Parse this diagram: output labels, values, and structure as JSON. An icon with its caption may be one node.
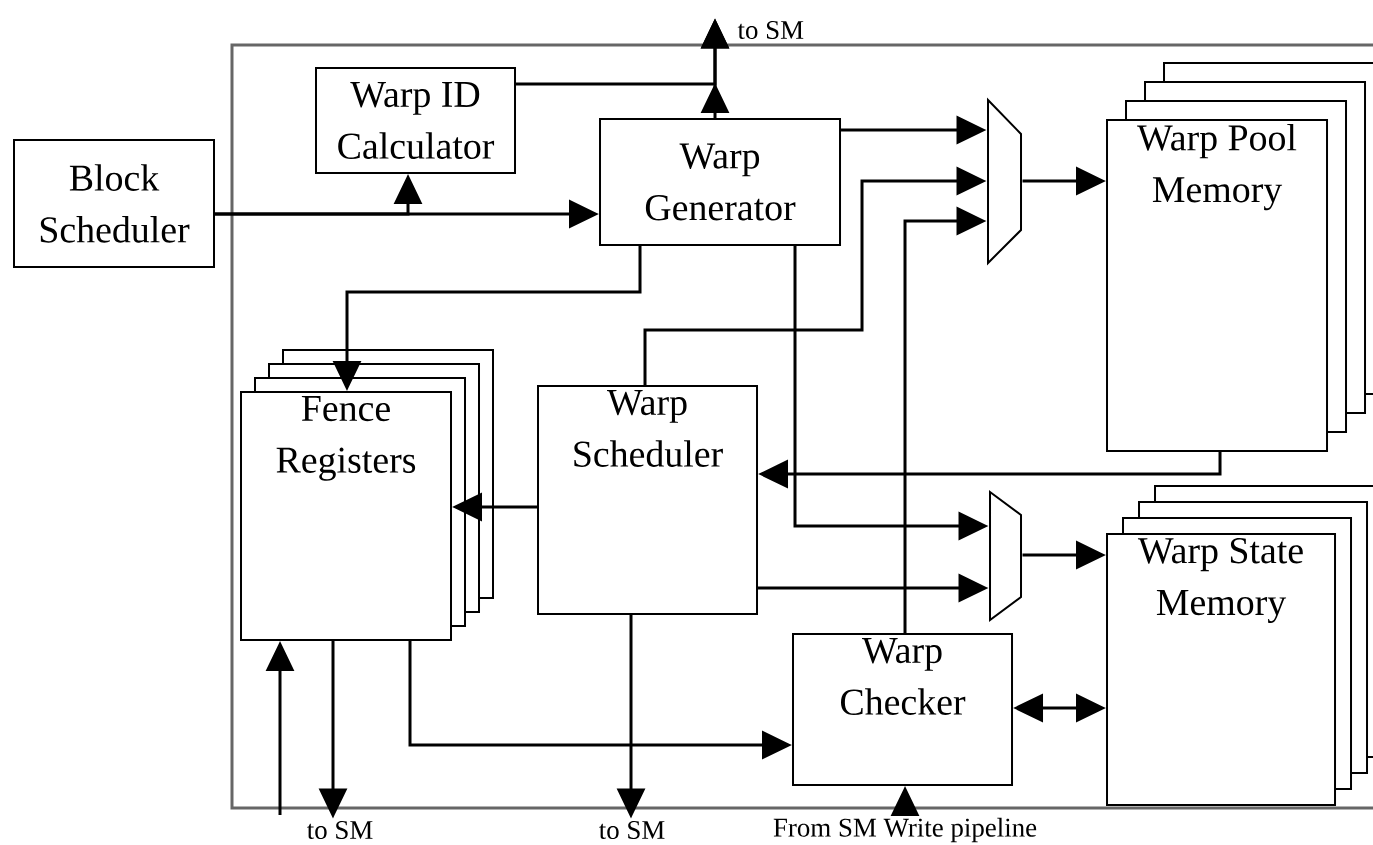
{
  "diagram": {
    "nodes": [
      {
        "text": [],
        "shape": "box"
      },
      {
        "text": [
          "Block Scheduler"
        ]
      },
      {
        "text": [
          "Warp ID Calculator"
        ],
        "in": 0
      },
      {
        "text": [
          "Warp Generator"
        ],
        "in": 0
      },
      {
        "text": [],
        "shape": "trapezoid",
        "in": 0
      },
      {
        "text": [
          "Warp Pool Memory"
        ],
        "in": 0
      },
      {
        "text": [
          "Fence Registers"
        ],
        "in": 0
      },
      {
        "text": [
          "Warp Scheduler"
        ],
        "in": 0
      },
      {
        "text": [],
        "shape": "trapezoid",
        "in": 0
      },
      {
        "text": [
          "Warp State Memory"
        ],
        "in": 0
      },
      {
        "text": [
          "Warp Checker"
        ],
        "in": 0
      },
      {
        "text": [
          "to SM"
        ]
      },
      {
        "text": [
          "to SM"
        ]
      },
      {
        "text": [
          "to SM"
        ]
      },
      {
        "text": [
          "From SM Write pipeline"
        ]
      }
    ],
    "edges": [
      {
        "from": 1,
        "to": 3,
        "arrow": "to"
      },
      {
        "from": 1,
        "to": 2,
        "arrow": "to"
      },
      {
        "from": 2,
        "to": 11,
        "arrow": "to"
      },
      {
        "from": 3,
        "to": 11,
        "arrow": "to"
      },
      {
        "from": 3,
        "to": 4,
        "arrow": "to"
      },
      {
        "from": 7,
        "to": 4,
        "arrow": "to"
      },
      {
        "from": 10,
        "to": 4,
        "arrow": "to"
      },
      {
        "from": 4,
        "to": 5,
        "arrow": "to"
      },
      {
        "from": 3,
        "to": 6,
        "arrow": "to"
      },
      {
        "from": 5,
        "to": 7,
        "arrow": "to"
      },
      {
        "from": 3,
        "to": 8,
        "arrow": "to"
      },
      {
        "from": 7,
        "to": 8,
        "arrow": "to"
      },
      {
        "from": 8,
        "to": 9,
        "arrow": "to"
      },
      {
        "from": 7,
        "to": 6,
        "arrow": "to"
      },
      {
        "from": 6,
        "to": 10,
        "arrow": "to"
      },
      {
        "from": 10,
        "to": 9,
        "arrow": "both"
      },
      {
        "from": 6,
        "to": 12,
        "arrow": "to"
      },
      {
        "from": null,
        "to": 6,
        "arrow": "to"
      },
      {
        "from": 7,
        "to": 13,
        "arrow": "to"
      },
      {
        "from": 14,
        "to": 10,
        "arrow": "to"
      }
    ]
  }
}
